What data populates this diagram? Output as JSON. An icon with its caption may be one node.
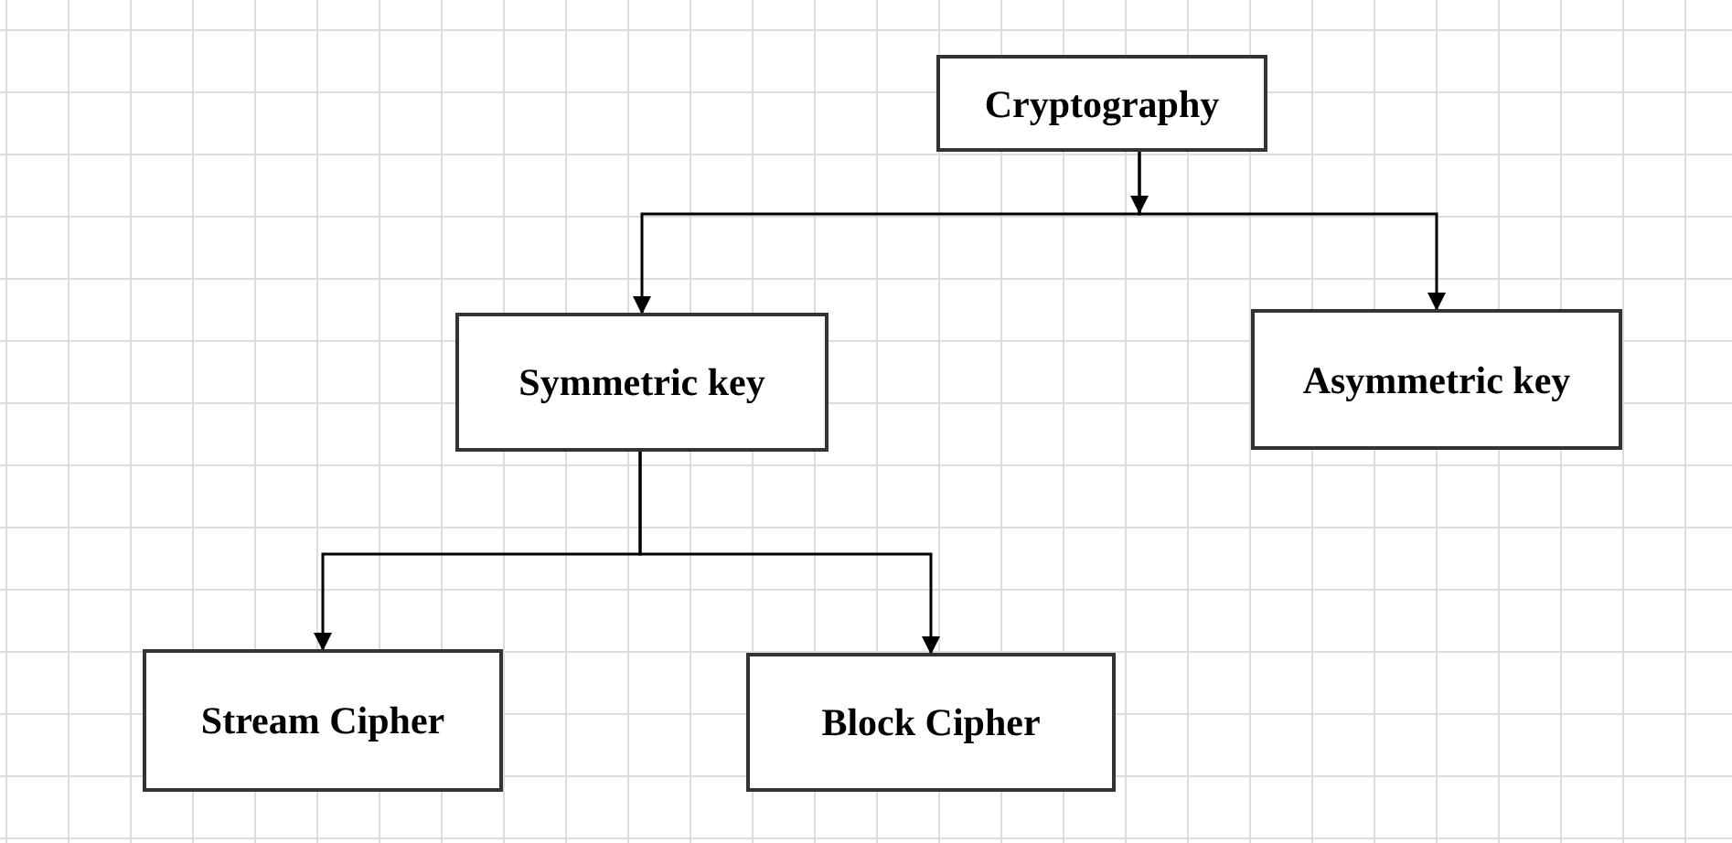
{
  "diagram": {
    "nodes": [
      {
        "text": [
          "Cryptography"
        ]
      },
      {
        "text": [
          "Symmetric key"
        ]
      },
      {
        "text": [
          "Asymmetric key"
        ]
      },
      {
        "text": [
          "Stream Cipher"
        ]
      },
      {
        "text": [
          "Block Cipher"
        ]
      }
    ],
    "edges": [
      {
        "from": 0,
        "to": 1,
        "arrow": "to"
      },
      {
        "from": 0,
        "to": 2,
        "arrow": "to"
      },
      {
        "from": 1,
        "to": 3,
        "arrow": "to"
      },
      {
        "from": 1,
        "to": 4,
        "arrow": "to"
      }
    ]
  }
}
